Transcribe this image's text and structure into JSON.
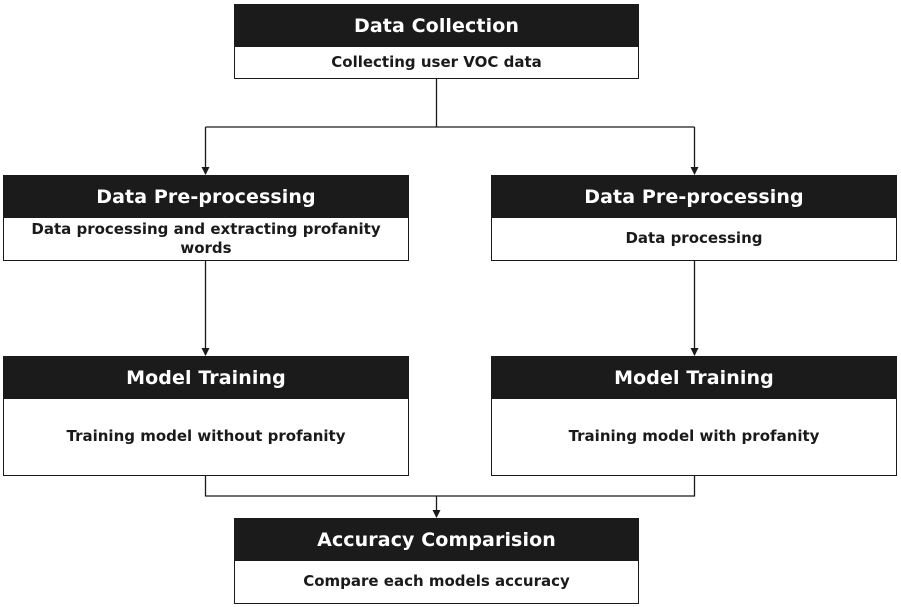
{
  "nodes": {
    "data_collection": {
      "title": "Data Collection",
      "description": "Collecting user VOC data"
    },
    "preprocessing_left": {
      "title": "Data Pre-processing",
      "description": "Data processing and extracting profanity words"
    },
    "preprocessing_right": {
      "title": "Data Pre-processing",
      "description": "Data processing"
    },
    "training_left": {
      "title": "Model Training",
      "description": "Training model without profanity"
    },
    "training_right": {
      "title": "Model Training",
      "description": "Training model with profanity"
    },
    "accuracy": {
      "title": "Accuracy Comparision",
      "description": "Compare each models accuracy"
    }
  },
  "edges": [
    {
      "from": "data_collection",
      "to": "preprocessing_left"
    },
    {
      "from": "data_collection",
      "to": "preprocessing_right"
    },
    {
      "from": "preprocessing_left",
      "to": "training_left"
    },
    {
      "from": "preprocessing_right",
      "to": "training_right"
    },
    {
      "from": "training_left",
      "to": "accuracy"
    },
    {
      "from": "training_right",
      "to": "accuracy"
    }
  ],
  "colors": {
    "header_background": "#1b1b1b",
    "header_text": "#ffffff",
    "body_text": "#1a1a1a",
    "line": "#1a1a1a"
  }
}
